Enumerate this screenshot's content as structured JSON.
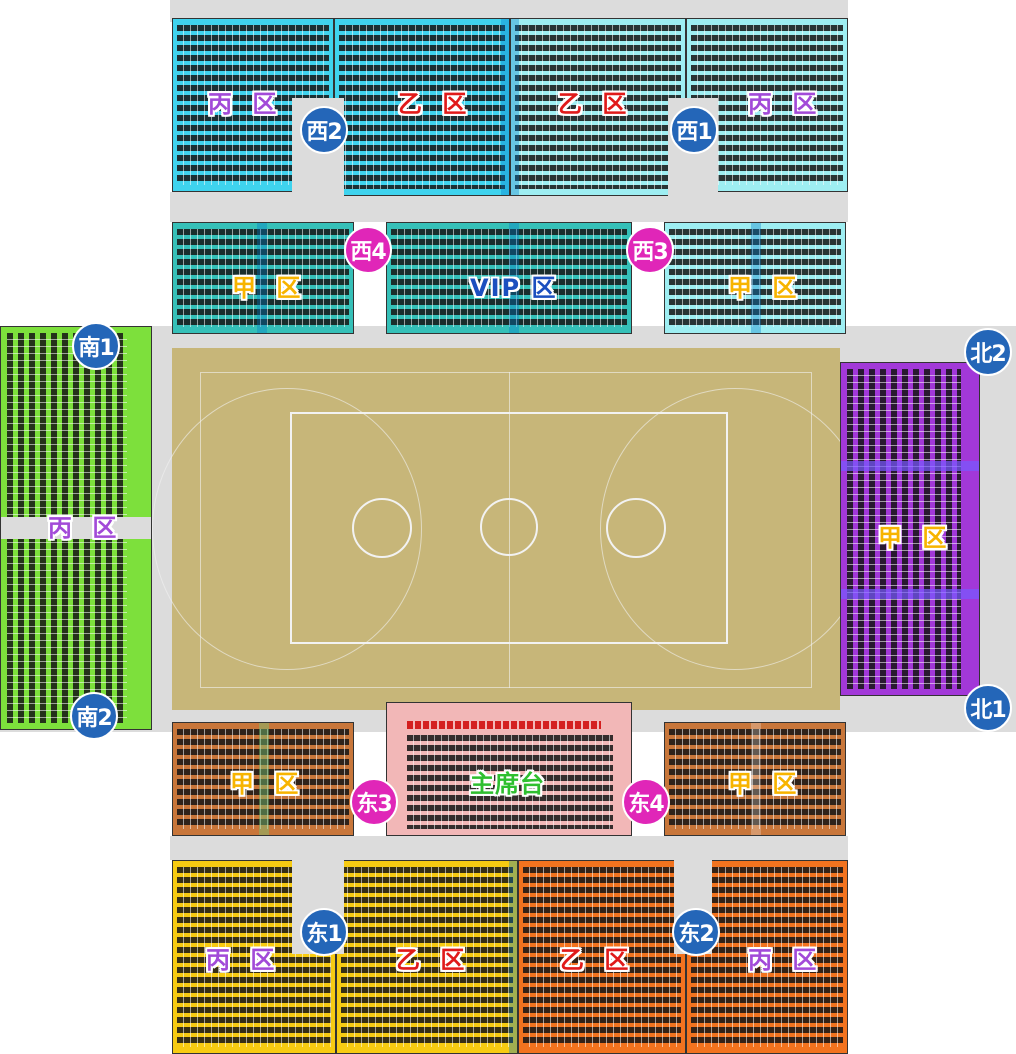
{
  "colors": {
    "corridor": "#dcdcdc",
    "court": "#c7b679",
    "light_blue": "#3fd3ee",
    "teal": "#35c0b8",
    "green": "#7de03c",
    "purple": "#a238d8",
    "brown": "#c8763a",
    "pink_stage": "#f2b7b7",
    "yellow": "#f7cb12",
    "orange": "#f2731f",
    "gate_blue": "#2466b8",
    "gate_pink": "#e026b8"
  },
  "zones": {
    "west_left_bing": "丙 区",
    "west_left_yi": "乙 区",
    "west_right_yi": "乙 区",
    "west_right_bing": "丙 区",
    "west_inner_left_jia": "甲 区",
    "vip": "VIP 区",
    "west_inner_right_jia": "甲 区",
    "south_bing": "丙 区",
    "north_jia": "甲 区",
    "east_inner_left_jia": "甲 区",
    "main_stand": "主席台",
    "east_inner_right_jia": "甲 区",
    "east_left_bing": "丙 区",
    "east_left_yi": "乙 区",
    "east_right_yi": "乙 区",
    "east_right_bing": "丙 区"
  },
  "gates": {
    "west2": "西2",
    "west1": "西1",
    "west4": "西4",
    "west3": "西3",
    "south1": "南1",
    "south2": "南2",
    "north2": "北2",
    "north1": "北1",
    "east3": "东3",
    "east4": "东4",
    "east1": "东1",
    "east2": "东2"
  }
}
